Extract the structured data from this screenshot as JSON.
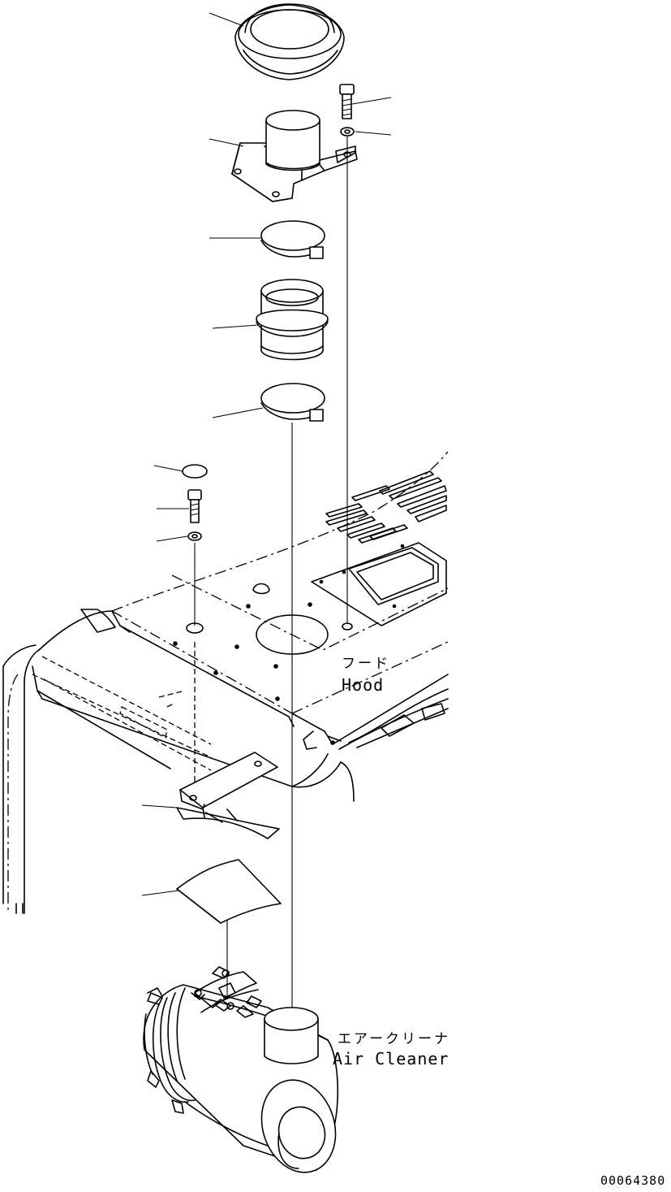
{
  "labels": {
    "hood_jp": "フード",
    "hood_en": "Hood",
    "air_cleaner_jp": "エアークリーナ",
    "air_cleaner_en": "Air Cleaner",
    "drawing_code": "00064380"
  },
  "colors": {
    "line": "#000000",
    "background": "#ffffff"
  }
}
